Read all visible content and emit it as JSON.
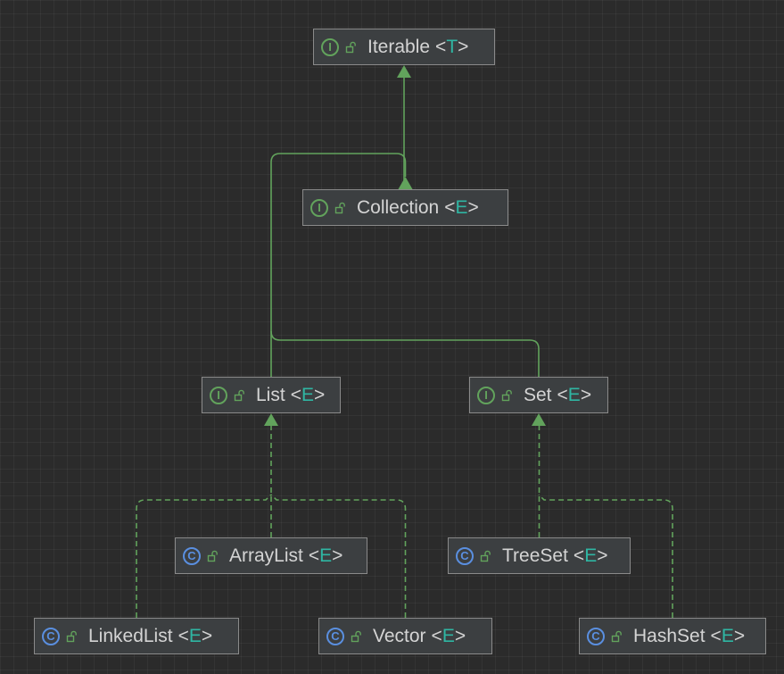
{
  "diagram": {
    "colors": {
      "edge": "#62a35c",
      "interface_badge": "#62a35c",
      "class_badge": "#5a8fe0",
      "type_param": "#2fb6a3"
    },
    "nodes": [
      {
        "id": "iterable",
        "name": "Iterable",
        "type_param": "T",
        "kind": "interface",
        "badge": "I",
        "icon": "interface-icon"
      },
      {
        "id": "collection",
        "name": "Collection",
        "type_param": "E",
        "kind": "interface",
        "badge": "I",
        "icon": "interface-icon"
      },
      {
        "id": "list",
        "name": "List",
        "type_param": "E",
        "kind": "interface",
        "badge": "I",
        "icon": "interface-icon"
      },
      {
        "id": "set",
        "name": "Set",
        "type_param": "E",
        "kind": "interface",
        "badge": "I",
        "icon": "interface-icon"
      },
      {
        "id": "arraylist",
        "name": "ArrayList",
        "type_param": "E",
        "kind": "class",
        "badge": "C",
        "icon": "class-icon"
      },
      {
        "id": "linkedlist",
        "name": "LinkedList",
        "type_param": "E",
        "kind": "class",
        "badge": "C",
        "icon": "class-icon"
      },
      {
        "id": "vector",
        "name": "Vector",
        "type_param": "E",
        "kind": "class",
        "badge": "C",
        "icon": "class-icon"
      },
      {
        "id": "treeset",
        "name": "TreeSet",
        "type_param": "E",
        "kind": "class",
        "badge": "C",
        "icon": "class-icon"
      },
      {
        "id": "hashset",
        "name": "HashSet",
        "type_param": "E",
        "kind": "class",
        "badge": "C",
        "icon": "class-icon"
      }
    ],
    "edges": [
      {
        "from": "collection",
        "to": "iterable",
        "relation": "extends"
      },
      {
        "from": "list",
        "to": "collection",
        "relation": "extends"
      },
      {
        "from": "set",
        "to": "collection",
        "relation": "extends"
      },
      {
        "from": "arraylist",
        "to": "list",
        "relation": "implements"
      },
      {
        "from": "linkedlist",
        "to": "list",
        "relation": "implements"
      },
      {
        "from": "vector",
        "to": "list",
        "relation": "implements"
      },
      {
        "from": "treeset",
        "to": "set",
        "relation": "implements"
      },
      {
        "from": "hashset",
        "to": "set",
        "relation": "implements"
      }
    ]
  }
}
